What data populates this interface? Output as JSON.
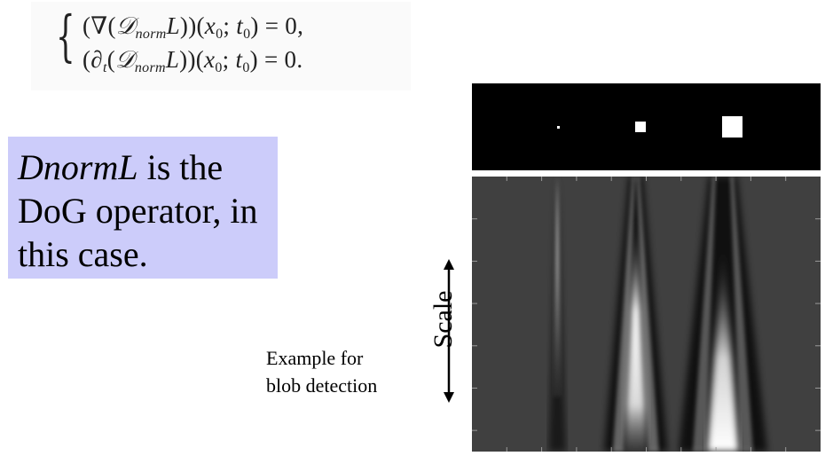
{
  "equation": {
    "line1": {
      "operator": "(∇(",
      "d_symbol": "𝒟",
      "d_subscript": "norm",
      "rest_a": "L",
      "rest_b": "))(",
      "x_var": "x",
      "x_sub": "0",
      "sep": ";  ",
      "t_var": "t",
      "t_sub": "0",
      "tail": ") = 0,"
    },
    "line2": {
      "operator": "(∂",
      "partial_sub": "t",
      "open": "(",
      "d_symbol": "𝒟",
      "d_subscript": "norm",
      "rest_a": "L",
      "rest_b": "))(",
      "x_var": "x",
      "x_sub": "0",
      "sep": ";  ",
      "t_var": "t",
      "t_sub": "0",
      "tail": ") = 0."
    }
  },
  "callout": {
    "emphasis": "DnormL",
    "text_after": " is the DoG operator, in this case.",
    "background": "#ccccfa"
  },
  "example_caption": "Example for\nblob detection",
  "scale_axis": {
    "label": "Scale",
    "arrow_icon": "double-headed-vertical-arrow"
  },
  "blob_strip": {
    "background": "#000000",
    "blobs": [
      "small",
      "medium",
      "large"
    ]
  },
  "scale_space": {
    "background": "#404040",
    "ridge_centers_data_x": [
      0.245,
      0.47,
      0.72
    ]
  }
}
